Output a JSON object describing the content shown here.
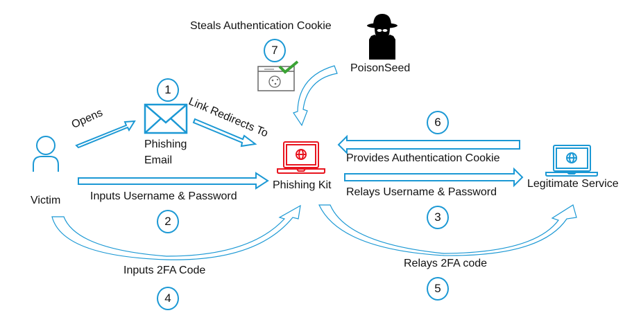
{
  "title": "PoisonSeed phishing kit attack flow",
  "colors": {
    "accent": "#1b98d4",
    "phishing_kit": "#e8141e",
    "check": "#3aa335",
    "actor": "#000000"
  },
  "nodes": {
    "victim": {
      "label": "Victim",
      "icon": "user-icon"
    },
    "email": {
      "label_line1": "Phishing",
      "label_line2": "Email",
      "icon": "envelope-icon"
    },
    "phishing_kit": {
      "label": "Phishing Kit",
      "icon": "laptop-globe-icon"
    },
    "legitimate_service": {
      "label": "Legitimate Service",
      "icon": "laptop-globe-icon"
    },
    "attacker": {
      "label": "PoisonSeed",
      "icon": "spy-icon"
    },
    "cookie": {
      "icon": "browser-cookie-check-icon"
    }
  },
  "steps": [
    {
      "number": "1",
      "label": "Opens"
    },
    {
      "number": "1",
      "label": "Link Redirects To"
    },
    {
      "number": "2",
      "label": "Inputs Username & Password"
    },
    {
      "number": "3",
      "label": "Relays Username & Password"
    },
    {
      "number": "4",
      "label": "Inputs 2FA Code"
    },
    {
      "number": "5",
      "label": "Relays 2FA code"
    },
    {
      "number": "6",
      "label": "Provides Authentication Cookie"
    },
    {
      "number": "7",
      "label": "Steals Authentication Cookie"
    }
  ]
}
